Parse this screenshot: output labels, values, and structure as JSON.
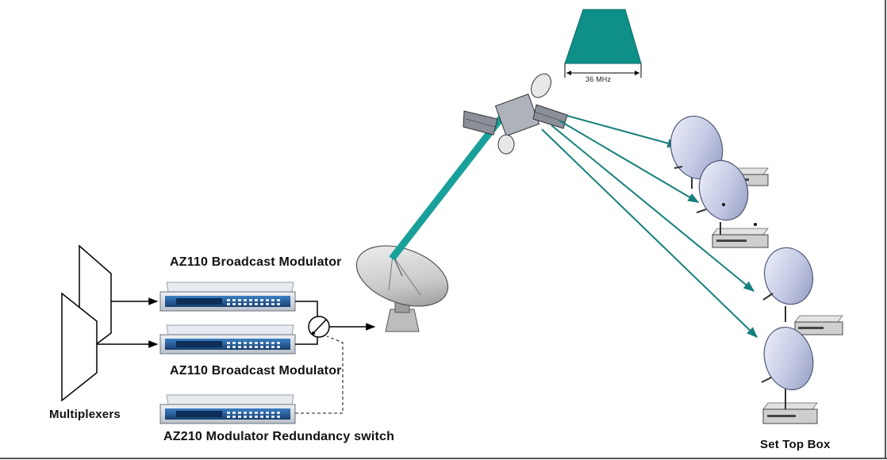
{
  "colors": {
    "accent": "#19a09a",
    "link_teal": "#157f7c",
    "dish": "#c5cbe6",
    "rack": "#d3d8df",
    "panel": "#1f5f9c"
  },
  "labels": {
    "modulator_top": "AZ110 Broadcast Modulator",
    "modulator_bottom": "AZ110 Broadcast Modulator",
    "redundancy": "AZ210 Modulator Redundancy switch",
    "multiplexers": "Multiplexers",
    "set_top_box": "Set Top Box",
    "bandwidth": "36 MHz"
  },
  "icons": {
    "satellite": "satellite-icon",
    "uplink_dish": "uplink-dish-icon",
    "receiver_dish": "receiver-dish-icon",
    "set_top_box": "set-top-box-icon",
    "switch": "redundancy-switch-icon",
    "spectrum": "spectrum-icon"
  }
}
